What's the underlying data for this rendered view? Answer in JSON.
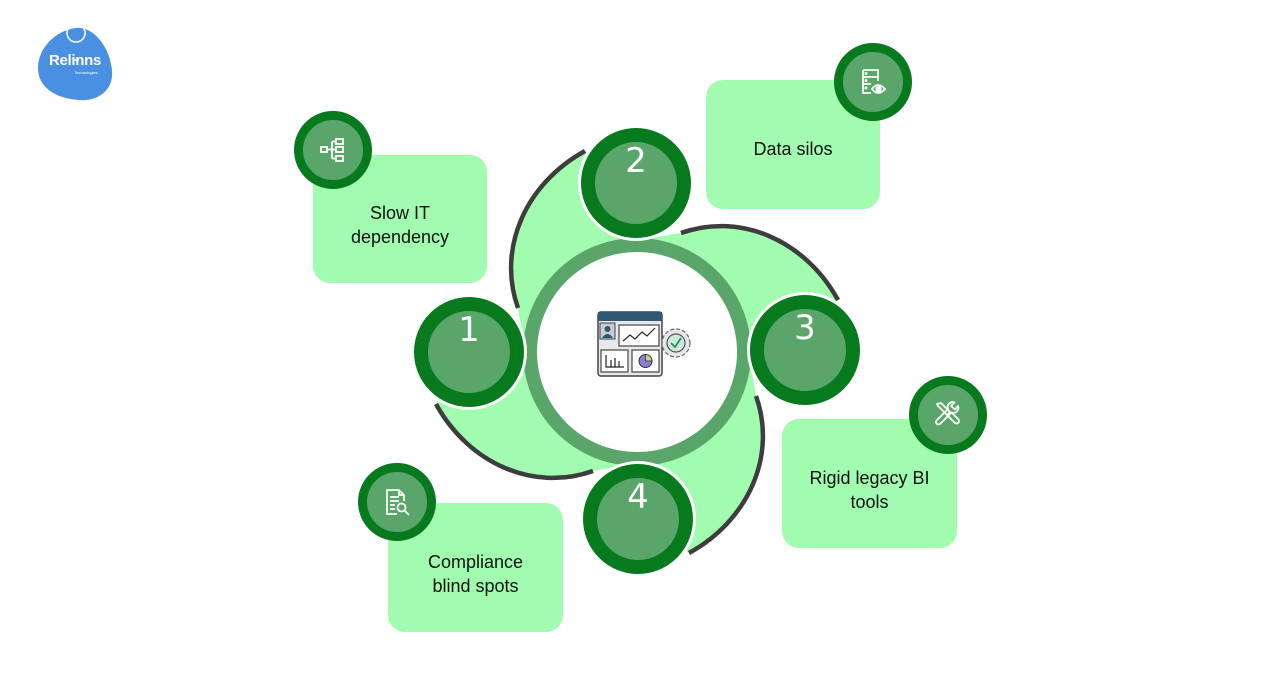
{
  "brand": {
    "name": "Relinns",
    "tagline": "Technologies",
    "logo_color": "#4a90e2"
  },
  "colors": {
    "petal": "#a2fcb0",
    "petal_outline": "#3d3d3d",
    "ring": "#5aa66a",
    "step_ring": "#087a1e",
    "step_fill": "#5aa66a",
    "card": "#a2fcb0"
  },
  "center": {
    "icon": "dashboard-analytics-icon"
  },
  "steps": [
    {
      "number": "1"
    },
    {
      "number": "2"
    },
    {
      "number": "3"
    },
    {
      "number": "4"
    }
  ],
  "cards": [
    {
      "id": "slow-it",
      "lines": [
        "Slow IT",
        "dependency"
      ],
      "icon": "hierarchy-icon"
    },
    {
      "id": "data-silos",
      "lines": [
        "Data silos"
      ],
      "icon": "database-view-icon"
    },
    {
      "id": "rigid-bi",
      "lines": [
        "Rigid legacy BI",
        "tools"
      ],
      "icon": "tools-icon"
    },
    {
      "id": "compliance",
      "lines": [
        "Compliance",
        "blind spots"
      ],
      "icon": "document-search-icon"
    }
  ]
}
